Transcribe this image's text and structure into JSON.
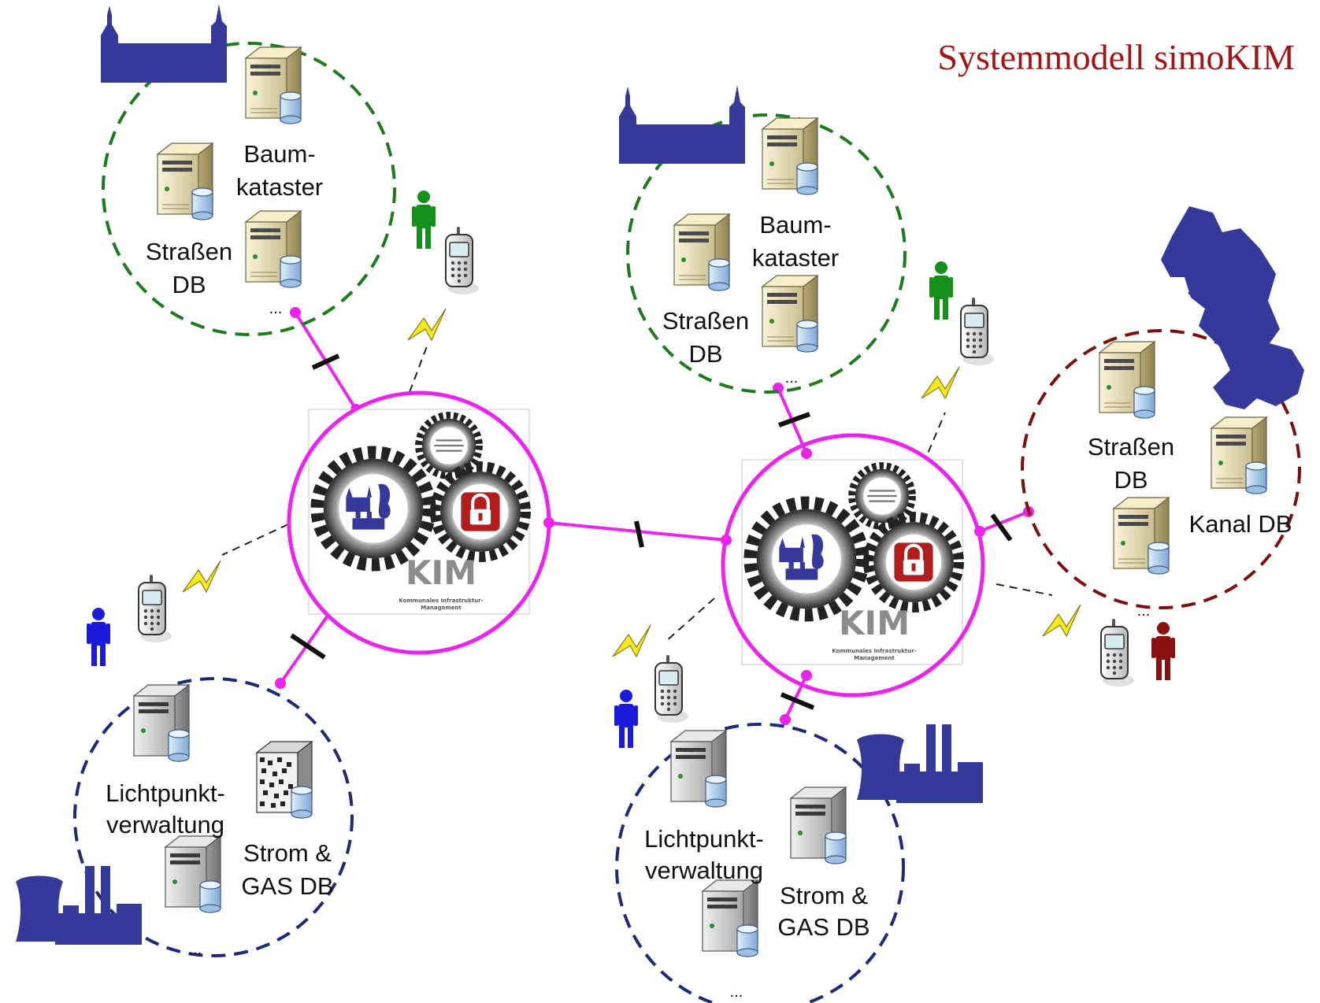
{
  "title": "Systemmodell simoKIM",
  "kim": {
    "name": "KIM",
    "subtitle_1": "Kommunales Infrastruktur-",
    "subtitle_2": "Management"
  },
  "left_city_cluster": {
    "db1_line1": "Baum-",
    "db1_line2": "kataster",
    "db2_line1": "Straßen",
    "db2_line2": "DB",
    "more": "..."
  },
  "left_utility_cluster": {
    "db1_line1": "Lichtpunkt-",
    "db1_line2": "verwaltung",
    "db2_line1": "Strom &",
    "db2_line2": "GAS DB",
    "more": "..."
  },
  "right_city_cluster": {
    "db1_line1": "Baum-",
    "db1_line2": "kataster",
    "db2_line1": "Straßen",
    "db2_line2": "DB",
    "more": "..."
  },
  "right_utility_cluster": {
    "db1_line1": "Lichtpunkt-",
    "db1_line2": "verwaltung",
    "db2_line1": "Strom &",
    "db2_line2": "GAS DB",
    "more": "..."
  },
  "region_cluster": {
    "db1_line1": "Straßen",
    "db1_line2": "DB",
    "db2": "Kanal DB",
    "more": "..."
  },
  "colors": {
    "magenta": "#ee22ee",
    "city_green": "#1d7a1d",
    "utility_navy": "#1c2a78",
    "region_darkred": "#7a1010",
    "silhouette_blue": "#34399a",
    "user_blue": "#1a1ad8",
    "user_green": "#14911a",
    "user_darkred": "#8a1010",
    "lightning_yellow": "#f2e820",
    "title_red": "#a01515"
  },
  "icons": [
    "server-icon",
    "church-icon",
    "factory-icon",
    "region-map-icon",
    "person-icon",
    "mobile-phone-icon",
    "lightning-icon",
    "gear-icon",
    "lock-icon"
  ]
}
